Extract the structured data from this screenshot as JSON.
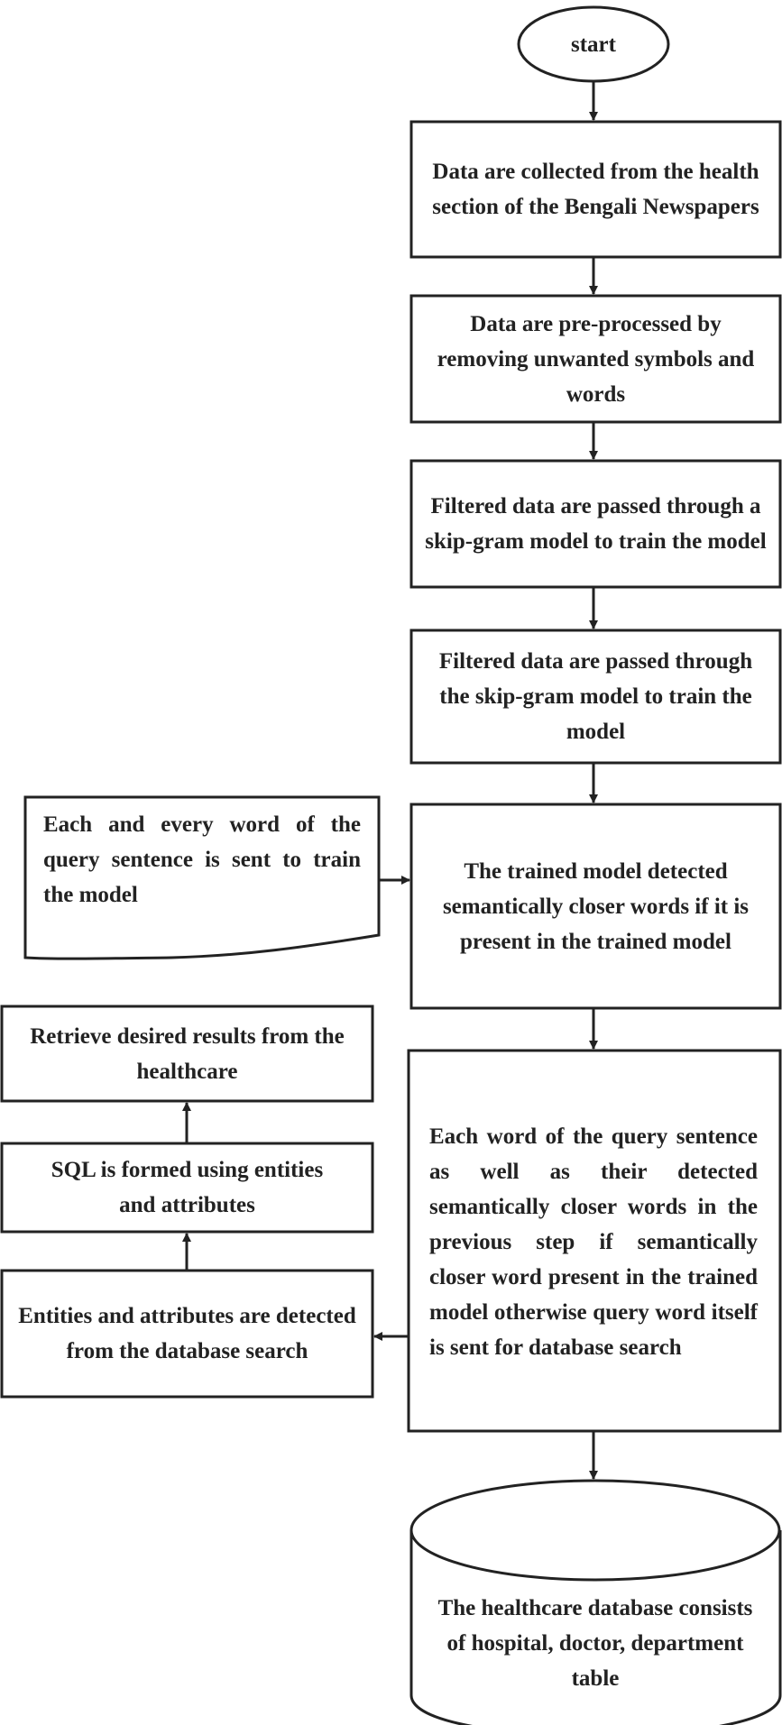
{
  "diagram": {
    "start": "start",
    "step_collect": "Data are collected from the health section of the Bengali Newspapers",
    "step_preprocess": "Data are pre-processed by removing unwanted symbols and words",
    "step_skipgram_a": "Filtered data are passed through a skip-gram model to train the model",
    "step_skipgram_the": "Filtered data are passed through the skip-gram model to train the model",
    "query_document": "Each and every word of the query sentence is sent to train the model",
    "step_detect": "The trained model detected semantically closer words if it is present in the trained model",
    "step_search": "Each word of the query sentence as well as their detected semantically closer words in the previous step if semantically closer word present in the trained model otherwise query word itself is sent for database search",
    "step_entities": "Entities and attributes are detected from the database search",
    "step_sql": "SQL is formed using entities and attributes",
    "step_retrieve": "Retrieve desired results from the healthcare",
    "database": "The healthcare database consists of hospital, doctor, department table"
  },
  "colors": {
    "stroke": "#222222",
    "background": "#ffffff"
  }
}
